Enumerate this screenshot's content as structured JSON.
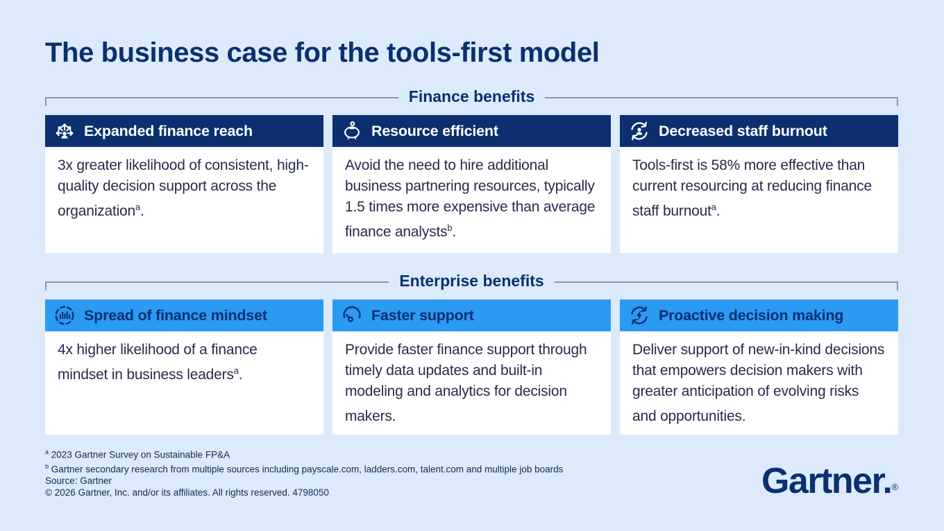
{
  "colors": {
    "background": "#dceafb",
    "navy": "#0b2f6f",
    "bright_blue": "#2b9af3",
    "card_background": "#ffffff",
    "body_text": "#262b49",
    "bracket_line": "#8d97a8"
  },
  "page": {
    "title": "The business case for the tools-first model"
  },
  "sections": [
    {
      "label": "Finance benefits",
      "theme": "navy",
      "cards": [
        {
          "icon": "expanded-reach-icon",
          "title": "Expanded finance reach",
          "body": "3x greater likelihood of consistent, high-quality decision support across the organization",
          "sup": "a",
          "tail": "."
        },
        {
          "icon": "piggy-bank-icon",
          "title": "Resource efficient",
          "body": "Avoid the need to hire additional business partnering resources, typically 1.5 times more expensive than average finance analysts",
          "sup": "b",
          "tail": "."
        },
        {
          "icon": "cycle-person-icon",
          "title": "Decreased staff burnout",
          "body": "Tools-first is 58% more effective than current resourcing at reducing finance staff burnout",
          "sup": "a",
          "tail": "."
        }
      ]
    },
    {
      "label": "Enterprise benefits",
      "theme": "bright-blue",
      "cards": [
        {
          "icon": "bar-chart-dashed-circle-icon",
          "title": "Spread of finance mindset",
          "body": "4x higher likelihood of a finance mindset in business leaders",
          "sup": "a",
          "tail": "."
        },
        {
          "icon": "gauge-icon",
          "title": "Faster support",
          "body": "Provide faster finance support through timely data updates and built-in modeling and analytics for decision makers.",
          "sup": "",
          "tail": ""
        },
        {
          "icon": "cycle-bolt-icon",
          "title": "Proactive decision making",
          "body": "Deliver support of new-in-kind decisions that empowers decision makers with greater anticipation of evolving risks and opportunities.",
          "sup": "",
          "tail": ""
        }
      ]
    }
  ],
  "footnotes": [
    {
      "sup": "a",
      "text": " 2023 Gartner Survey on Sustainable FP&A"
    },
    {
      "sup": "b",
      "text": " Gartner secondary research from multiple sources including payscale.com, ladders.com, talent.com and multiple job boards"
    },
    {
      "sup": "",
      "text": "Source: Gartner"
    },
    {
      "sup": "",
      "text": "© 2026 Gartner, Inc. and/or its affiliates. All rights reserved. 4798050"
    }
  ],
  "logo": {
    "wordmark": "Gartner.",
    "registered": "®"
  }
}
